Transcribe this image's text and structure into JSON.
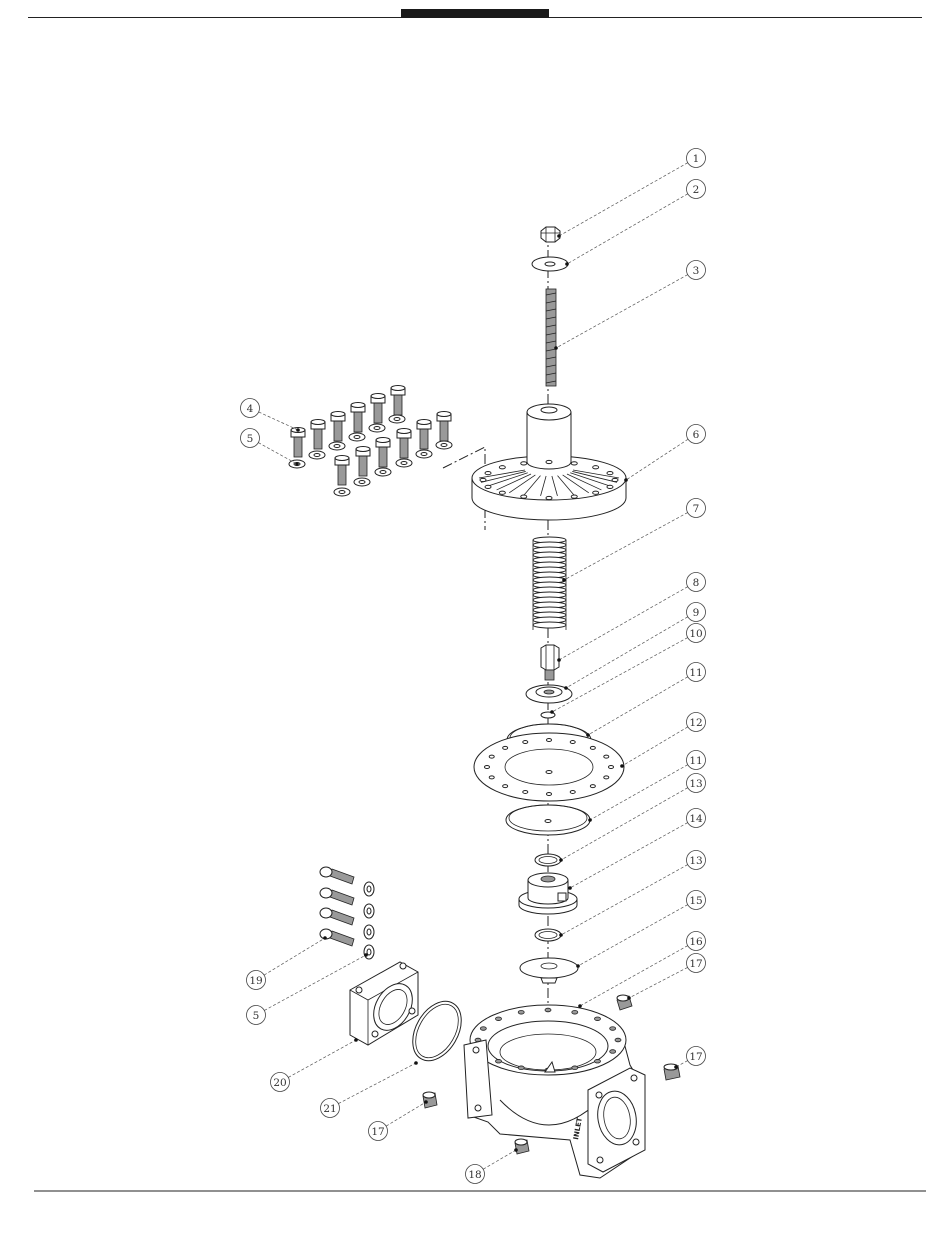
{
  "header": {
    "bar_color": "#1a1a1a",
    "rule_color": "#222222"
  },
  "callouts": [
    {
      "id": "c1",
      "label": "1"
    },
    {
      "id": "c2",
      "label": "2"
    },
    {
      "id": "c3",
      "label": "3"
    },
    {
      "id": "c4",
      "label": "4"
    },
    {
      "id": "c5a",
      "label": "5"
    },
    {
      "id": "c6",
      "label": "6"
    },
    {
      "id": "c7",
      "label": "7"
    },
    {
      "id": "c8",
      "label": "8"
    },
    {
      "id": "c9",
      "label": "9"
    },
    {
      "id": "c10",
      "label": "10"
    },
    {
      "id": "c11a",
      "label": "11"
    },
    {
      "id": "c12",
      "label": "12"
    },
    {
      "id": "c11b",
      "label": "11"
    },
    {
      "id": "c13a",
      "label": "13"
    },
    {
      "id": "c14",
      "label": "14"
    },
    {
      "id": "c13b",
      "label": "13"
    },
    {
      "id": "c15",
      "label": "15"
    },
    {
      "id": "c16",
      "label": "16"
    },
    {
      "id": "c17a",
      "label": "17"
    },
    {
      "id": "c17b",
      "label": "17"
    },
    {
      "id": "c19",
      "label": "19"
    },
    {
      "id": "c5b",
      "label": "5"
    },
    {
      "id": "c20",
      "label": "20"
    },
    {
      "id": "c21",
      "label": "21"
    },
    {
      "id": "c17c",
      "label": "17"
    },
    {
      "id": "c18",
      "label": "18"
    }
  ],
  "body_marking": "INLET"
}
